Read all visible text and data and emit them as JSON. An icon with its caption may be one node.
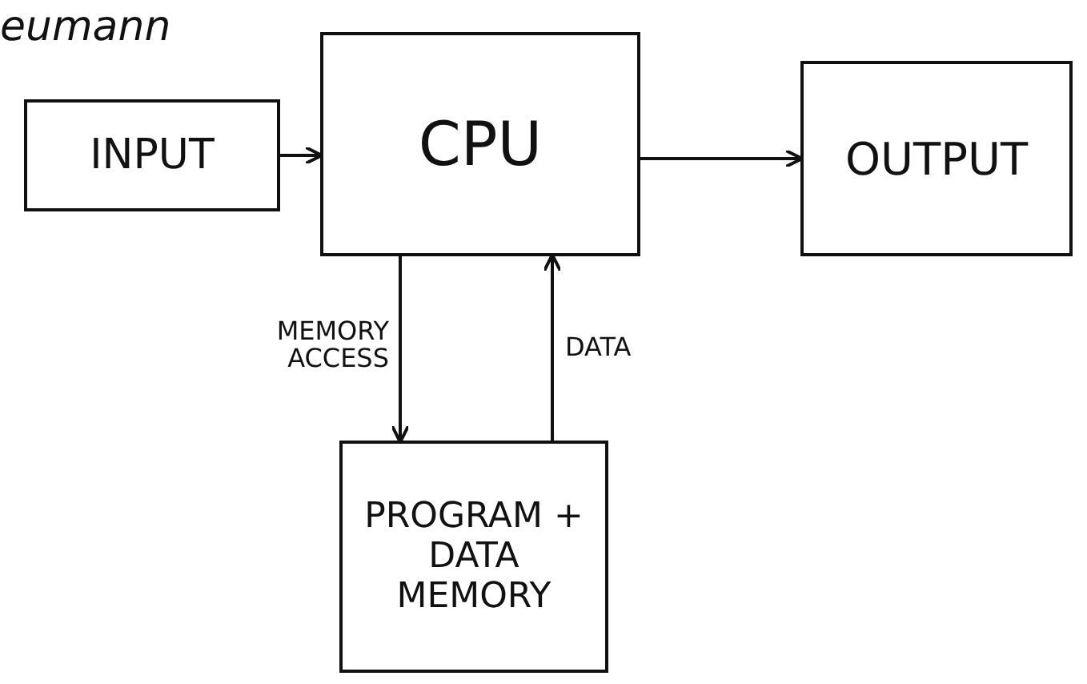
{
  "diagram": {
    "title": "eumann",
    "nodes": [
      {
        "text": [
          "INPUT"
        ]
      },
      {
        "text": [
          "CPU"
        ]
      },
      {
        "text": [
          "OUTPUT"
        ]
      },
      {
        "text": [
          "PROGRAM + DATA MEMORY"
        ]
      }
    ],
    "edges": [
      {
        "from": 0,
        "to": 1,
        "arrow": "to"
      },
      {
        "from": 1,
        "to": 2,
        "arrow": "to"
      },
      {
        "from": 1,
        "to": 3,
        "arrow": "to",
        "label": "MEMORY ACCESS"
      },
      {
        "from": 3,
        "to": 1,
        "arrow": "to",
        "label": "DATA"
      }
    ]
  }
}
